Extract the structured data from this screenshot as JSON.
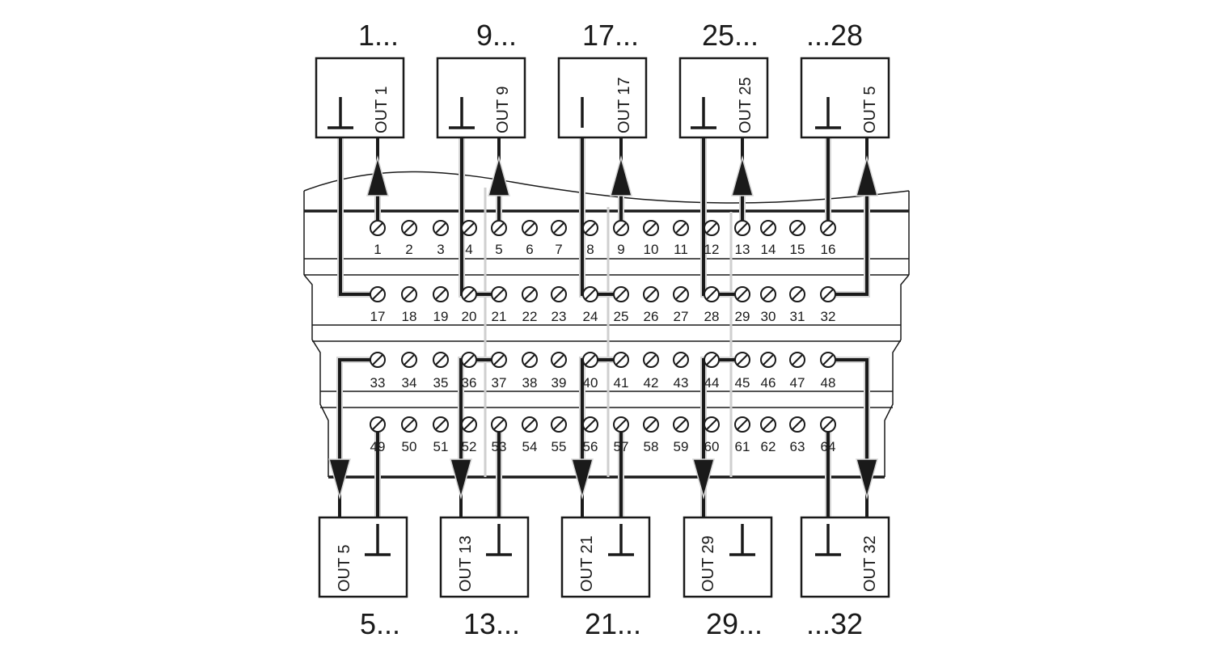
{
  "top_labels": [
    "1...",
    "9...",
    "17...",
    "25...",
    "...28"
  ],
  "bottom_labels": [
    "5...",
    "13...",
    "21...",
    "29...",
    "...32"
  ],
  "top_boxes": [
    "OUT 1",
    "OUT 9",
    "OUT 17",
    "OUT 25",
    "OUT 5"
  ],
  "bottom_boxes": [
    "OUT 5",
    "OUT 13",
    "OUT 21",
    "OUT 29",
    "OUT 32"
  ],
  "terminal_rows": [
    [
      "1",
      "2",
      "3",
      "4",
      "5",
      "6",
      "7",
      "8",
      "9",
      "10",
      "11",
      "12",
      "13",
      "14",
      "15",
      "16"
    ],
    [
      "17",
      "18",
      "19",
      "20",
      "21",
      "22",
      "23",
      "24",
      "25",
      "26",
      "27",
      "28",
      "29",
      "30",
      "31",
      "32"
    ],
    [
      "33",
      "34",
      "35",
      "36",
      "37",
      "38",
      "39",
      "40",
      "41",
      "42",
      "43",
      "44",
      "45",
      "46",
      "47",
      "48"
    ],
    [
      "49",
      "50",
      "51",
      "52",
      "53",
      "54",
      "55",
      "56",
      "57",
      "58",
      "59",
      "60",
      "61",
      "62",
      "63",
      "64"
    ]
  ]
}
